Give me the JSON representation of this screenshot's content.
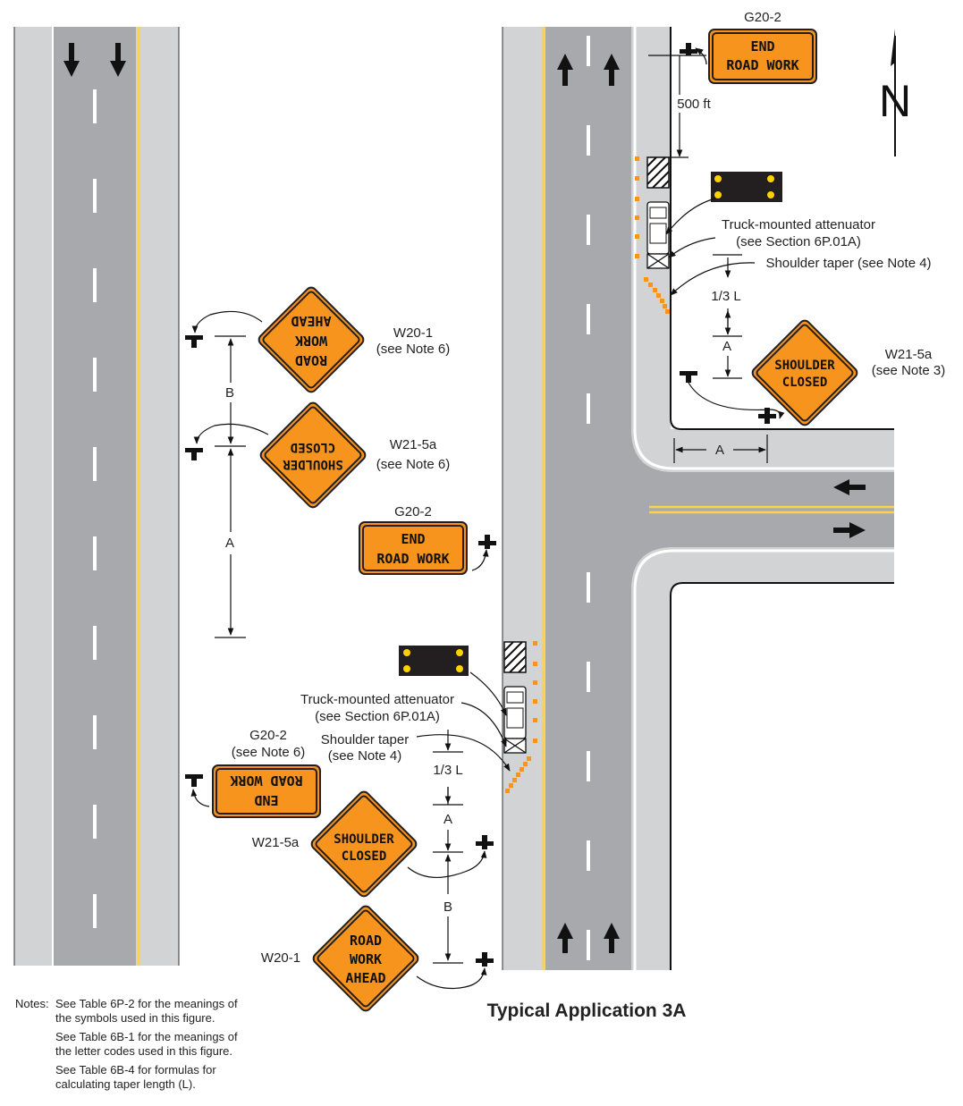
{
  "title": "Typical Application 3A",
  "north_label": "N",
  "colors": {
    "road": "#a7a9ac",
    "shoulder": "#d1d3d4",
    "sign": "#f7941d",
    "yellow_line": "#ffd24c",
    "panel": "#231f20",
    "light": "#ffd200"
  },
  "signs": {
    "end_road_work": {
      "line1": "END",
      "line2": "ROAD WORK",
      "code": "G20-2",
      "code_note": "G20-2",
      "code_note2": "(see Note 6)"
    },
    "road_work_ahead": {
      "line1": "ROAD",
      "line2": "WORK",
      "line3": "AHEAD",
      "code": "W20-1",
      "note": "(see Note 6)"
    },
    "shoulder_closed": {
      "line1": "SHOULDER",
      "line2": "CLOSED",
      "code": "W21-5a",
      "note_3": "(see Note 3)",
      "note_6": "(see Note 6)"
    }
  },
  "labels": {
    "distance_500ft": "500 ft",
    "one_third_L": "1/3 L",
    "A": "A",
    "B": "B",
    "tma_line1": "Truck-mounted attenuator",
    "tma_line2": "(see Section 6P.01A)",
    "shoulder_taper": "Shoulder taper (see Note 4)",
    "shoulder_taper_l1": "Shoulder taper",
    "shoulder_taper_l2": "(see Note 4)"
  },
  "notes": {
    "prefix": "Notes:",
    "n1a": "See Table 6P-2 for the meanings of",
    "n1b": "the symbols used in this figure.",
    "n2a": "See Table 6B-1 for the meanings of",
    "n2b": "the letter codes used in this figure.",
    "n3a": "See Table 6B-4 for formulas for",
    "n3b": "calculating taper length (L)."
  }
}
